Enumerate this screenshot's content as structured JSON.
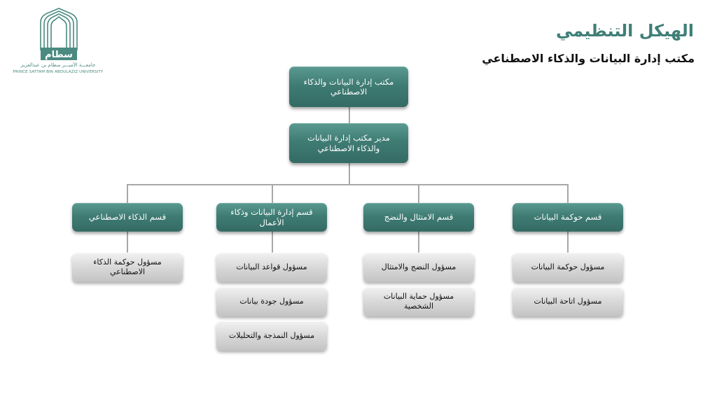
{
  "header": {
    "title": "الهيكل التنظيمي",
    "subtitle": "مكتب إدارة البيانات والذكاء الاصطناعي"
  },
  "logo": {
    "wordmark": "سطام",
    "arabic_name": "جامعـــة الأميـــر سطام بن عبدالعزيز",
    "english_name": "PRINCE SATTAM BIN ABDULAZIZ UNIVERSITY",
    "color": "#4a8a80"
  },
  "colors": {
    "teal": "#3f7c74",
    "gray": "#d6d6d6",
    "connector": "#a8a8a8",
    "title": "#3f7f77"
  },
  "org": {
    "root": "مكتب إدارة البيانات والذكاء الاصطناعي",
    "director": "مدير مكتب إدارة البيانات والذكاء الاصطناعي",
    "departments": [
      {
        "name": "قسم حوكمة البيانات",
        "roles": [
          "مسؤول حوكمة البيانات",
          "مسؤول اتاحة البيانات"
        ]
      },
      {
        "name": "قسم الامتثال والنضج",
        "roles": [
          "مسؤول النضج والامتثال",
          "مسؤول حماية البيانات الشخصية"
        ]
      },
      {
        "name": "قسم إدارة البيانات وذكاء الأعمال",
        "roles": [
          "مسؤول قواعد البيانات",
          "مسؤول جودة بيانات",
          "مسؤول النمذجة والتحليلات"
        ]
      },
      {
        "name": "قسم الذكاء الاصطناعي",
        "roles": [
          "مسؤول حوكمة الذكاء الاصطناعي"
        ]
      }
    ]
  }
}
